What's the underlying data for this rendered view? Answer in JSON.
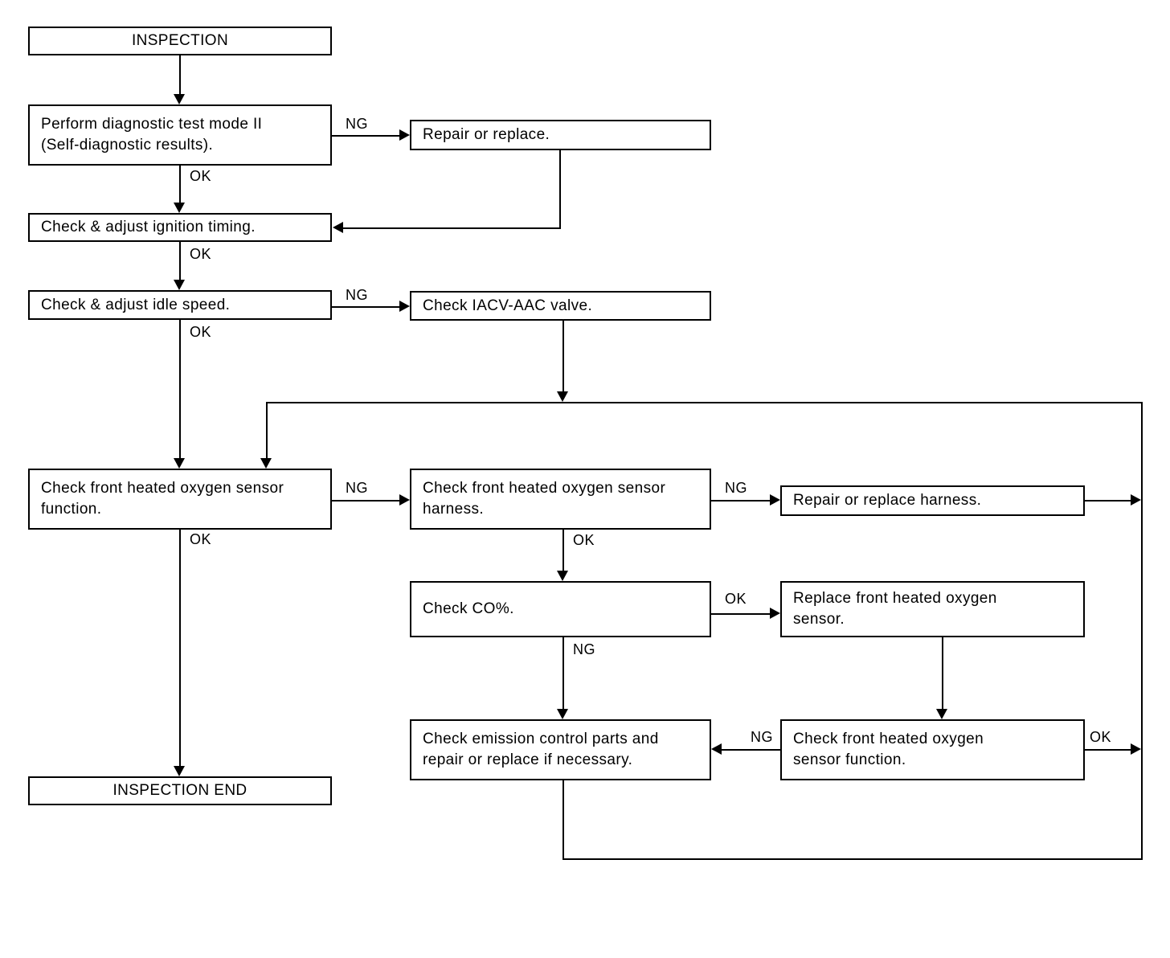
{
  "diagram": {
    "title": "Engine diagnostic inspection flow chart",
    "line_color": "#000000",
    "background": "#ffffff",
    "nodes": {
      "inspection_start": "INSPECTION",
      "perform_diagnostic": "Perform diagnostic test mode II\n(Self-diagnostic results).",
      "repair_or_replace": "Repair or replace.",
      "check_ignition_timing": "Check & adjust ignition timing.",
      "check_idle_speed": "Check & adjust idle speed.",
      "check_iacv_aac_valve": "Check IACV-AAC valve.",
      "check_front_ho2s_function": "Check front heated oxygen sensor\nfunction.",
      "check_front_ho2s_harness": "Check front heated oxygen sensor\nharness.",
      "repair_or_replace_harness": "Repair or replace harness.",
      "check_co": "Check CO%.",
      "replace_front_ho2s": "Replace front heated oxygen\nsensor.",
      "check_emission_control_parts": "Check emission control parts and\nrepair or replace if necessary.",
      "check_front_ho2s_function_2": "Check front heated oxygen\nsensor function.",
      "inspection_end": "INSPECTION END"
    },
    "edge_labels": {
      "diagnostic_ng": "NG",
      "diagnostic_ok": "OK",
      "ignition_ok": "OK",
      "idle_ng": "NG",
      "idle_ok": "OK",
      "ho2s_function_ng": "NG",
      "ho2s_function_ok": "OK",
      "ho2s_harness_ng": "NG",
      "ho2s_harness_ok": "OK",
      "co_ok": "OK",
      "co_ng": "NG",
      "ho2s_function2_ng": "NG",
      "ho2s_function2_ok": "OK"
    }
  }
}
